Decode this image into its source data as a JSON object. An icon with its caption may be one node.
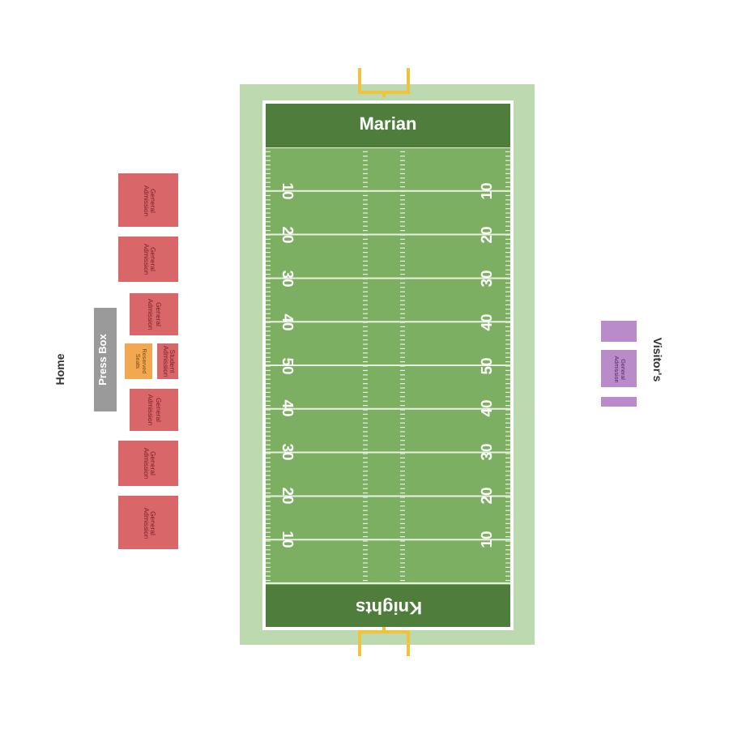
{
  "diagram": {
    "nodes": [
      {
        "text": [
          "General Admission"
        ]
      },
      {
        "text": [
          "General Admission"
        ]
      },
      {
        "text": [
          "General Admission"
        ]
      },
      {
        "text": [
          "Reserved Seats"
        ]
      },
      {
        "text": [
          "Student Admission"
        ]
      },
      {
        "text": [
          "General Admission"
        ]
      },
      {
        "text": [
          "General Admission"
        ]
      },
      {
        "text": [
          "General Admission"
        ]
      },
      {
        "text": [
          "Press Box"
        ]
      },
      {
        "text": [
          "Marian"
        ]
      },
      {
        "text": [
          "Knights"
        ]
      },
      {
        "text": [],
        "shape": "box"
      },
      {
        "text": [
          "General Admission"
        ]
      },
      {
        "text": [],
        "shape": "box"
      }
    ],
    "labels": [
      "Home",
      "10",
      "10",
      "20",
      "20",
      "30",
      "30",
      "40",
      "40",
      "50",
      "50",
      "40",
      "40",
      "30",
      "30",
      "20",
      "20",
      "10",
      "10",
      "Visitor's"
    ]
  }
}
